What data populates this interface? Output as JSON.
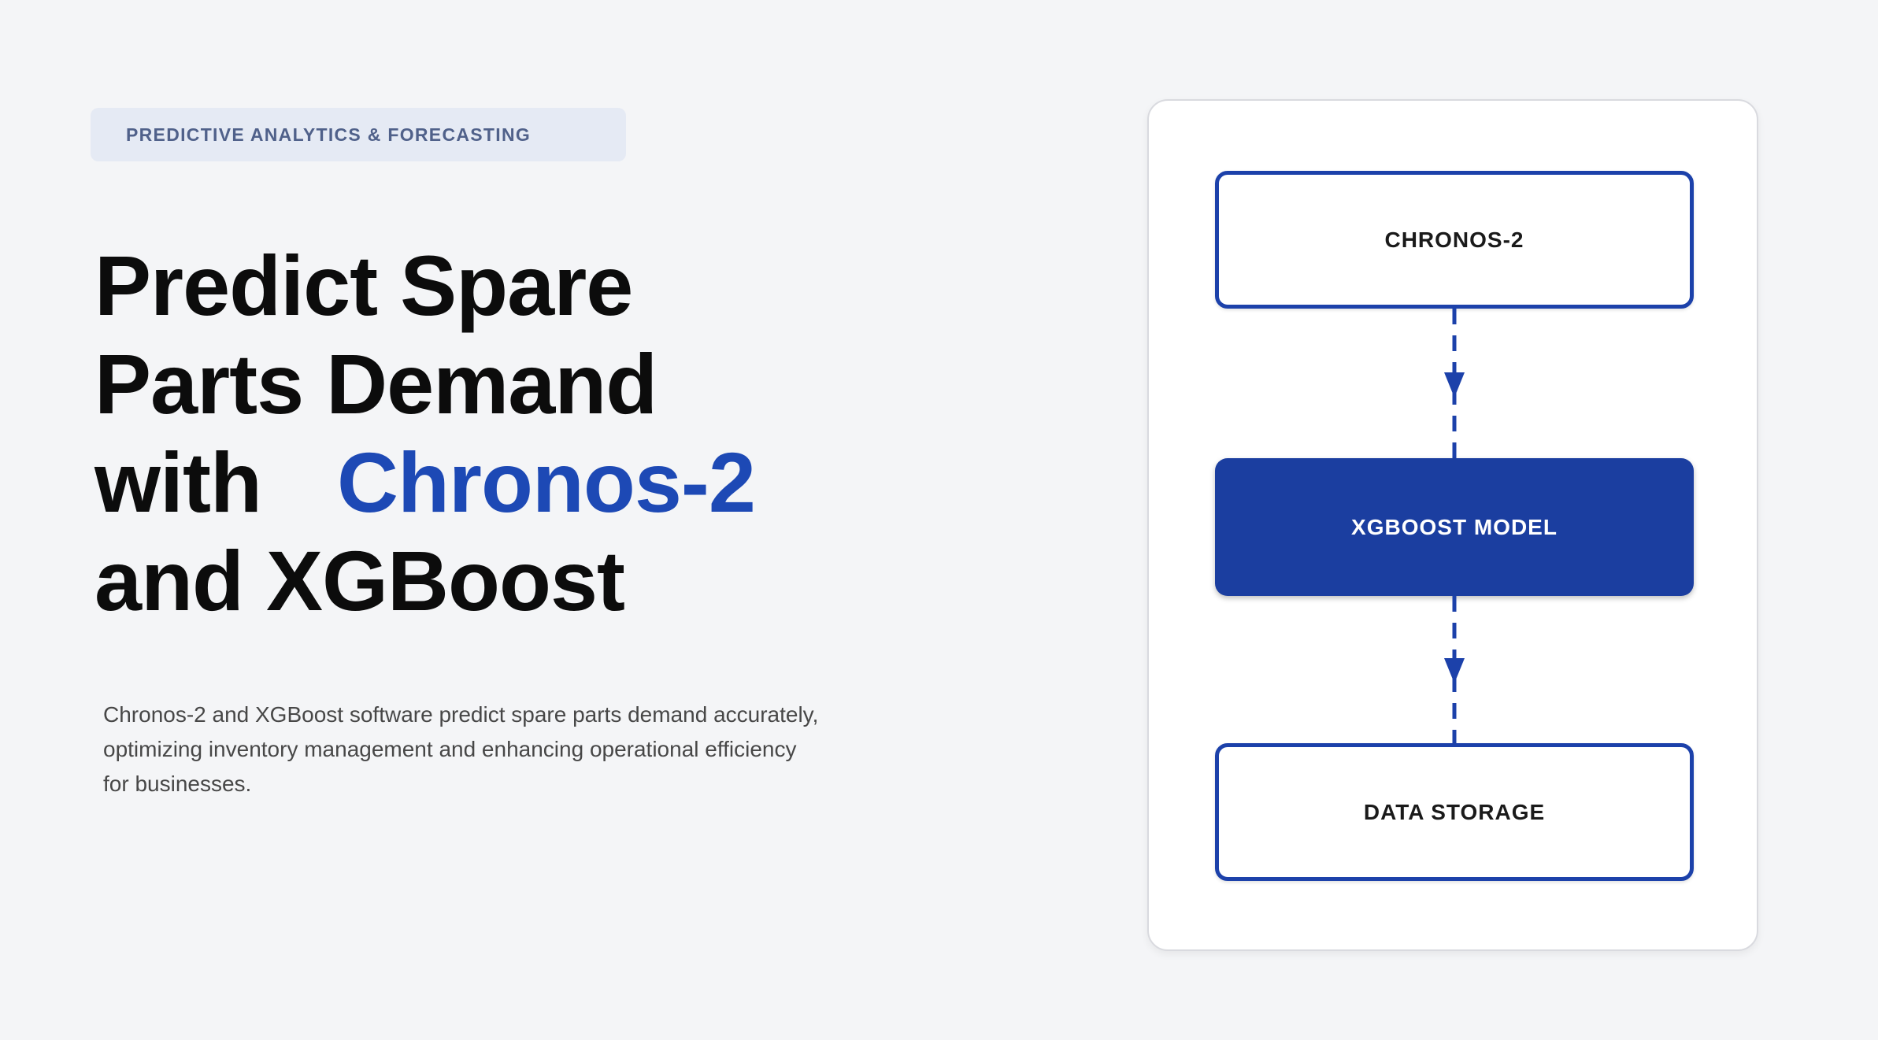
{
  "page": {
    "background_color": "#f4f5f7",
    "bottom_strip_color": "#ffffff"
  },
  "badge": {
    "label": "PREDICTIVE ANALYTICS & FORECASTING",
    "bg_color": "#e5eaf4",
    "text_color": "#50618a"
  },
  "heading": {
    "line1": "Predict Spare",
    "line2": "Parts Demand",
    "line3_prefix": "with",
    "line3_highlight": "Chronos-2",
    "line4": "and XGBoost",
    "text_color": "#0c0c0c",
    "highlight_color": "#1d49b5"
  },
  "description": {
    "full_text": "Chronos-2 and XGBoost software predict spare parts demand accurately, optimizing inventory management and enhancing operational efficiency for businesses.",
    "lines": [
      "Chronos-2 and XGBoost software predict spare parts demand accurately,",
      "optimizing inventory management and enhancing operational efficiency",
      "for businesses."
    ],
    "text_color": "#474747"
  },
  "diagram": {
    "card_bg": "#ffffff",
    "accent_color": "#1c41aa",
    "filled_node_bg": "#1b3ea0",
    "nodes": [
      {
        "id": "chronos-2",
        "label": "CHRONOS-2",
        "style": "outline"
      },
      {
        "id": "xgboost-model",
        "label": "XGBOOST MODEL",
        "style": "filled"
      },
      {
        "id": "data-storage",
        "label": "DATA STORAGE",
        "style": "outline"
      }
    ]
  }
}
